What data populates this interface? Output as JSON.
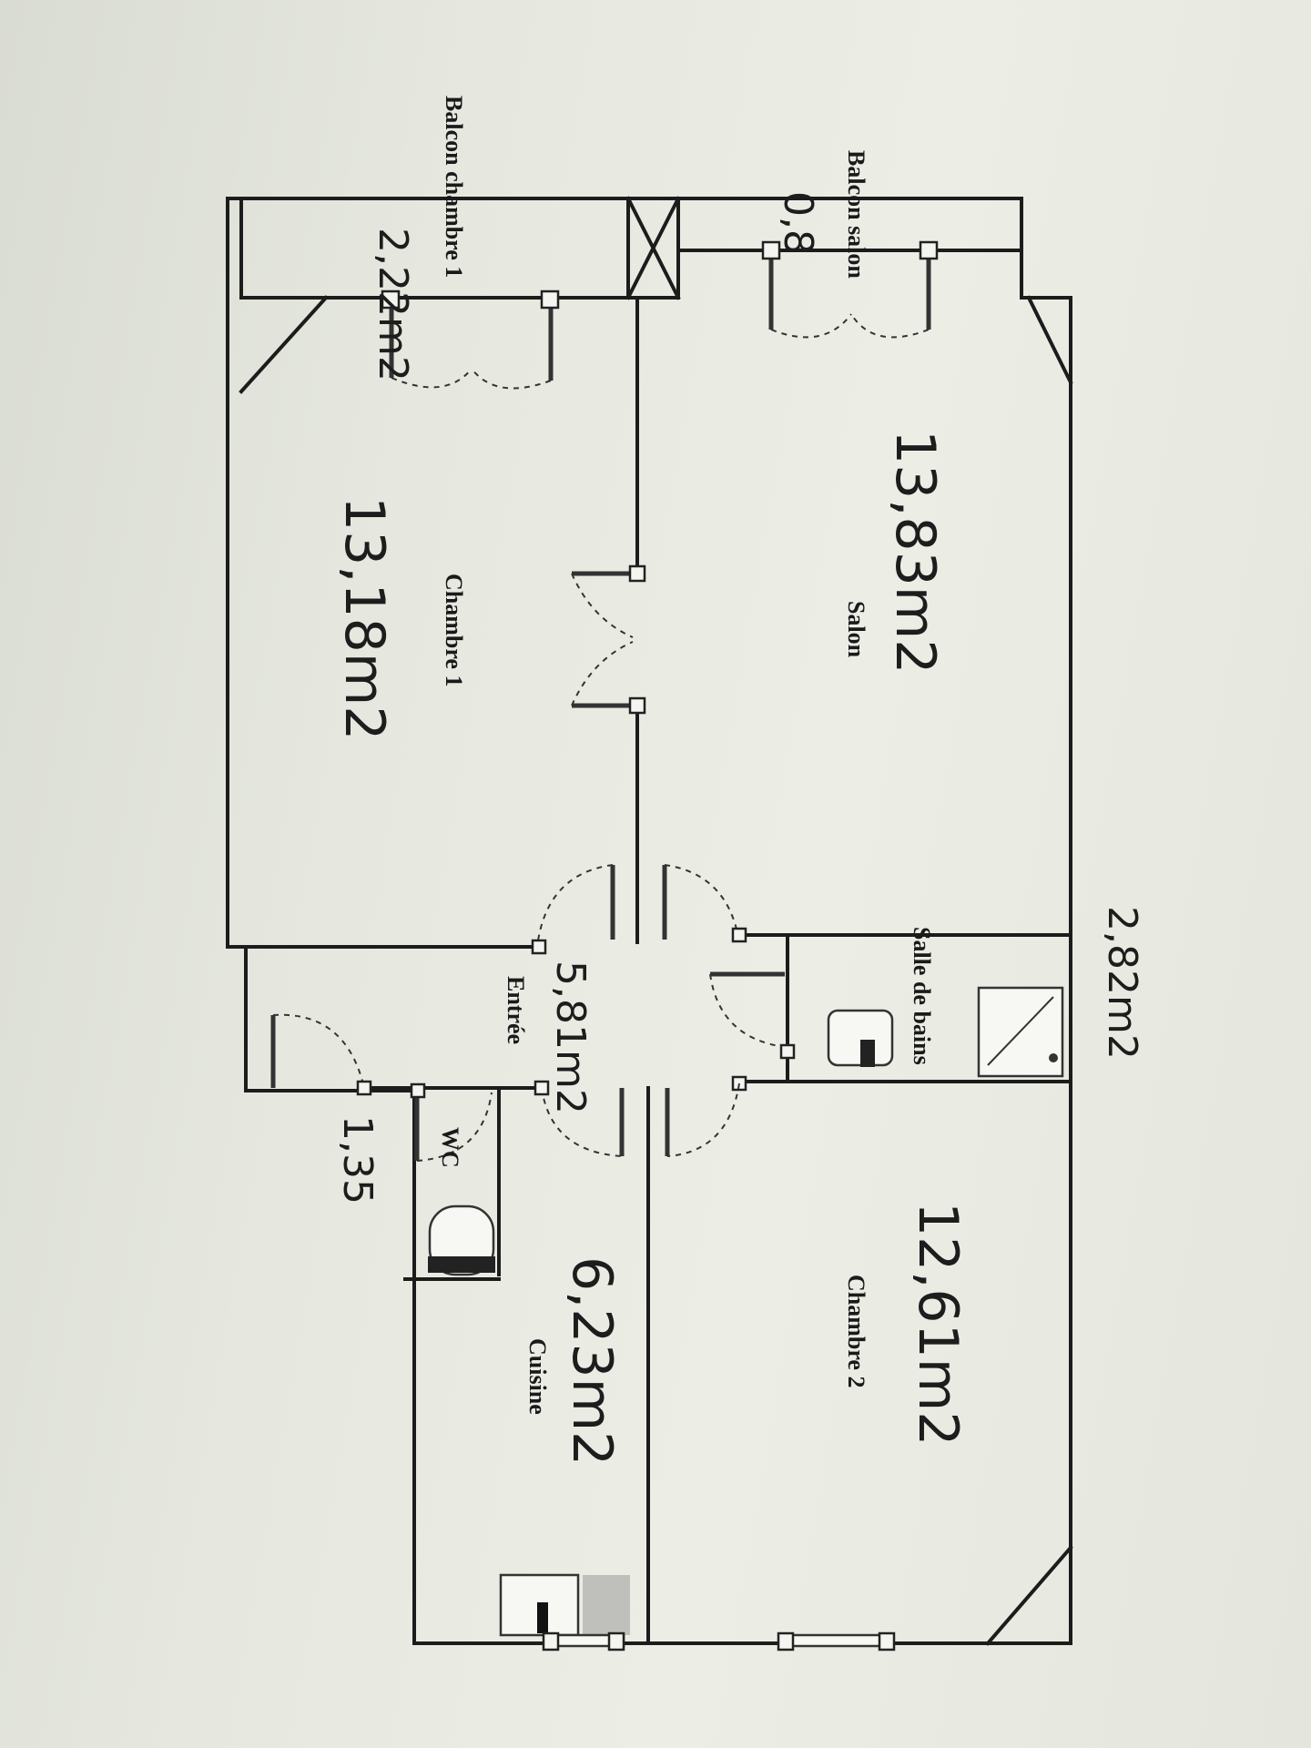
{
  "rooms": {
    "balcon_chambre": {
      "label": "Balcon chambre 1",
      "area": "2,22m2"
    },
    "balcon_salon": {
      "label": "Balcon salon",
      "note": "0,8"
    },
    "chambre1": {
      "label": "Chambre 1",
      "area": "13,18m2"
    },
    "salon": {
      "label": "Salon",
      "area": "13,83m2"
    },
    "entree": {
      "label": "Entrée",
      "area": "5,81m2"
    },
    "sdb": {
      "label": "Salle de bains",
      "area": "2,82m2"
    },
    "wc": {
      "label": "WC",
      "area": "1,35"
    },
    "cuisine": {
      "label": "Cuisine",
      "area": "6,23m2"
    },
    "chambre2": {
      "label": "Chambre 2",
      "area": "12,61m2"
    }
  }
}
